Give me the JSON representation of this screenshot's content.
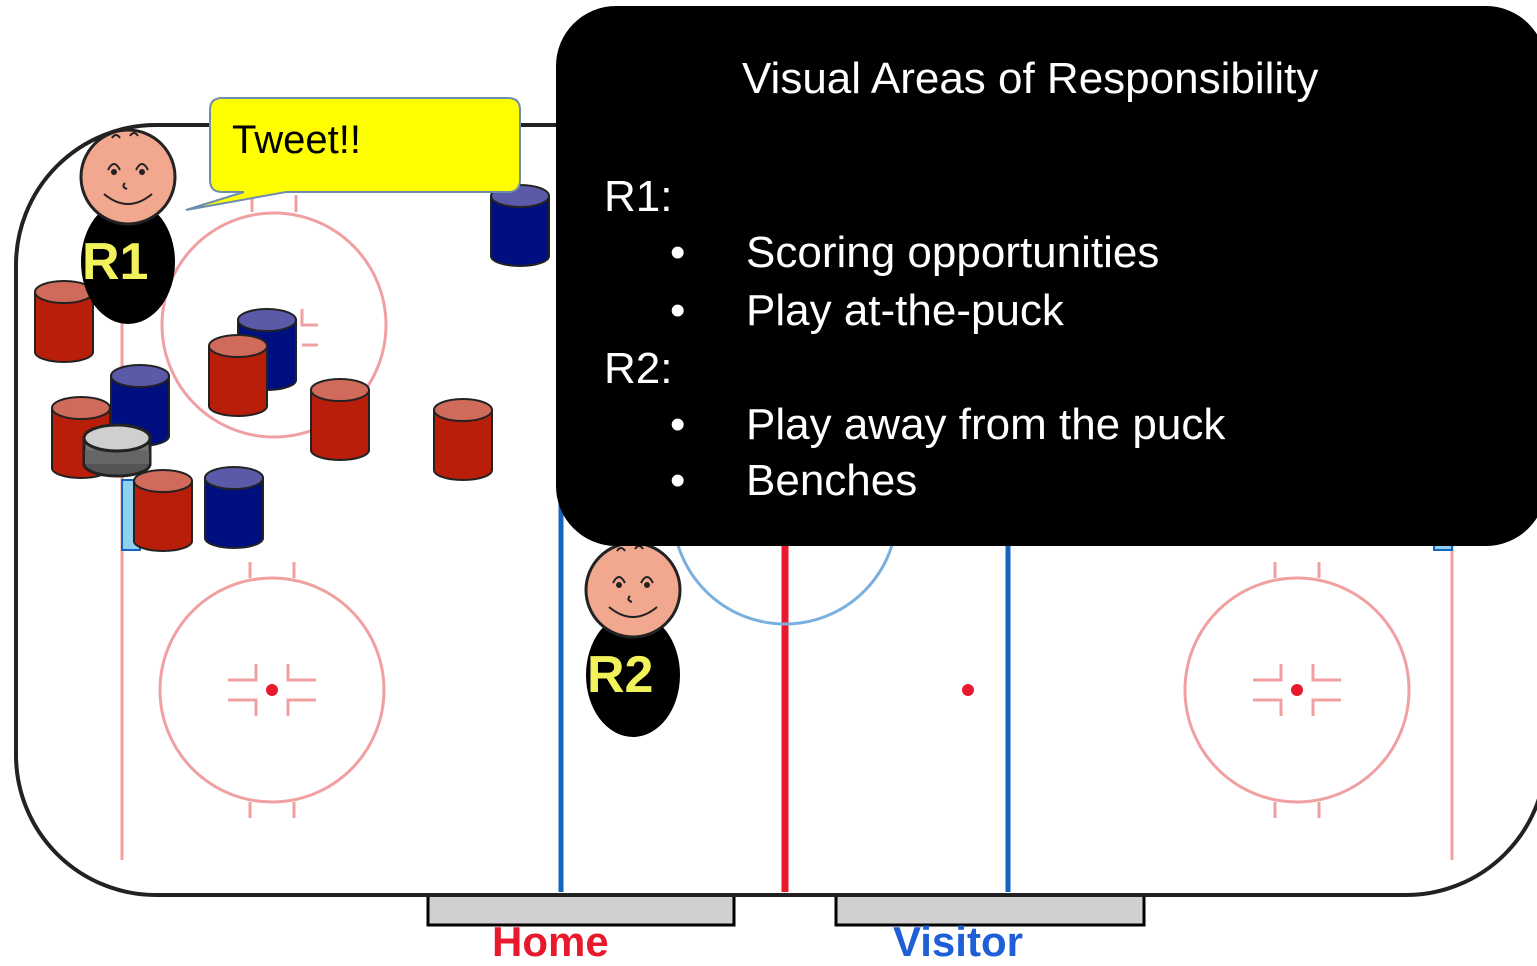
{
  "speech_bubble": {
    "text": "Tweet!!"
  },
  "referees": [
    {
      "id": "R1",
      "label": "R1"
    },
    {
      "id": "R2",
      "label": "R2"
    }
  ],
  "benches": {
    "home": "Home",
    "visitor": "Visitor"
  },
  "colors": {
    "home_team": "#b81e0a",
    "visitor_team": "#000f80",
    "red_line": "#e8192c",
    "blue_line": "#1565c0",
    "bubble": "#ffff00",
    "referee_face": "#f2a78f",
    "home_label": "#e8192c",
    "visitor_label": "#1e5fd8"
  },
  "info": {
    "title": "Visual Areas of Responsibility",
    "r1_label": "R1:",
    "r1_items": [
      "Scoring opportunities",
      "Play at-the-puck"
    ],
    "r2_label": "R2:",
    "r2_items": [
      "Play away from the puck",
      "Benches"
    ],
    "bullet": "•"
  }
}
